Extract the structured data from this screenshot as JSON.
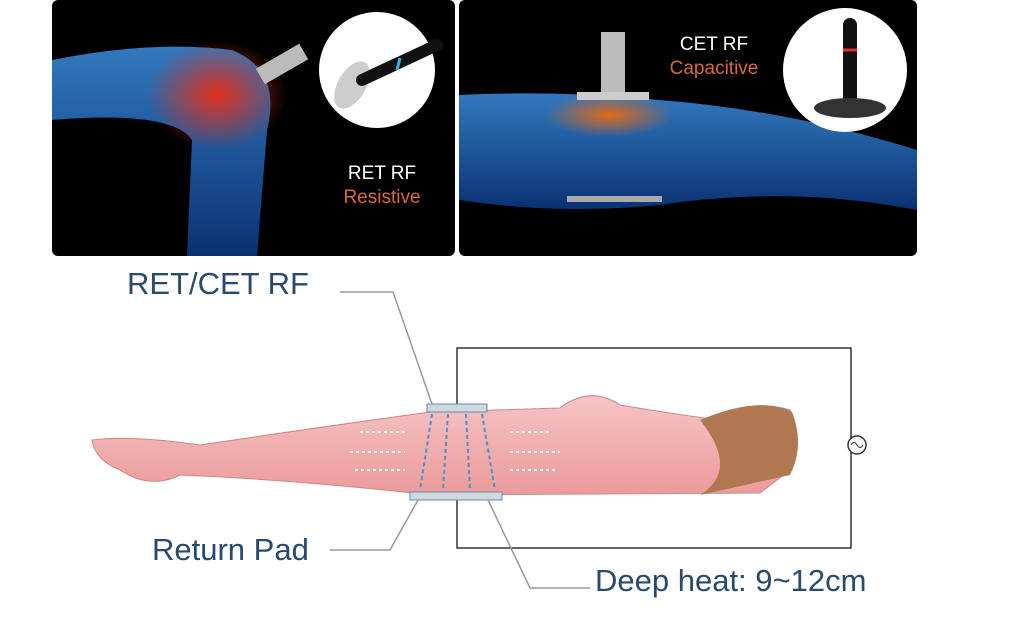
{
  "panels": {
    "ret": {
      "title": "RET RF",
      "subtitle": "Resistive"
    },
    "cet": {
      "title": "CET RF",
      "subtitle": "Capacitive"
    }
  },
  "diagram": {
    "electrode_label": "RET/CET RF",
    "return_pad_label": "Return Pad",
    "depth_label": "Deep heat: 9~12cm"
  },
  "colors": {
    "label_blue": "#284a6e",
    "accent_orange": "#d9693a",
    "body_pink": "#f2b5b5"
  }
}
